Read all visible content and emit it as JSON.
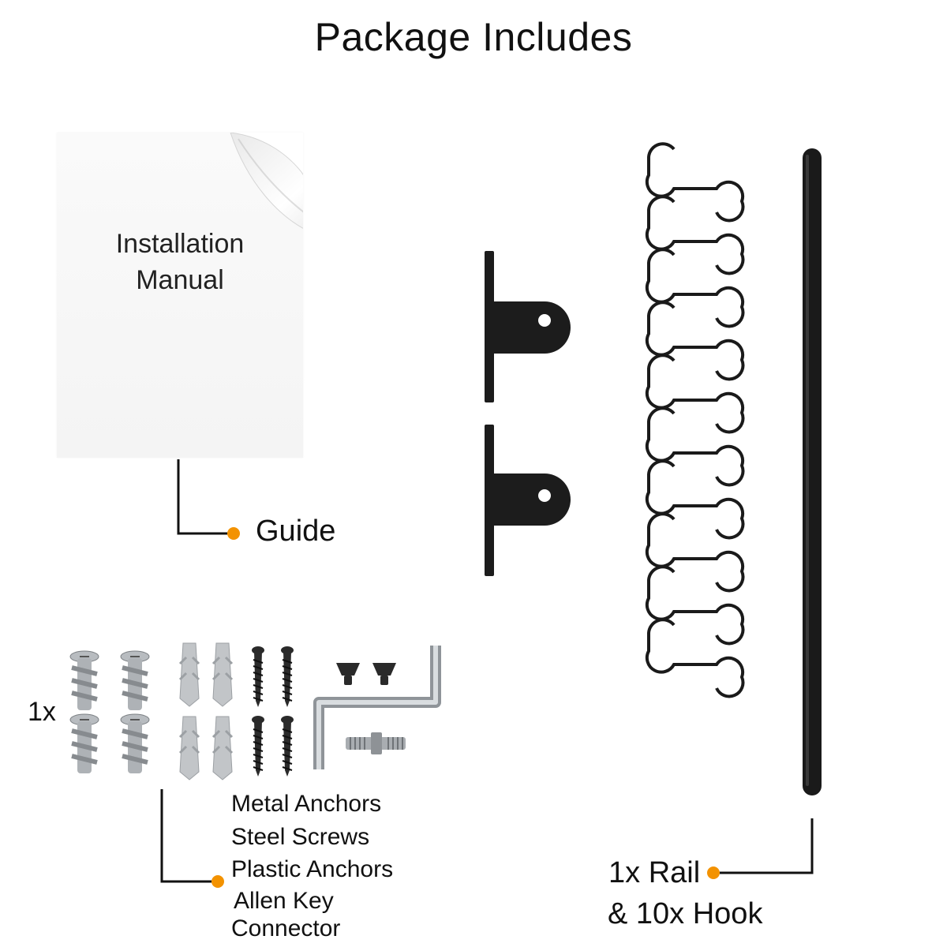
{
  "title": "Package Includes",
  "manual": {
    "line1": "Installation",
    "line2": "Manual"
  },
  "guide_label": "Guide",
  "hardware": {
    "quantity": "1x",
    "items": [
      "Metal Anchors",
      "Steel Screws",
      "Plastic Anchors",
      "Allen Key",
      "Connector"
    ]
  },
  "rail": {
    "line1": "1x Rail",
    "line2": "& 10x Hook"
  },
  "colors": {
    "accent": "#f39200",
    "metal": "#1a1a1a",
    "line": "#111111"
  }
}
